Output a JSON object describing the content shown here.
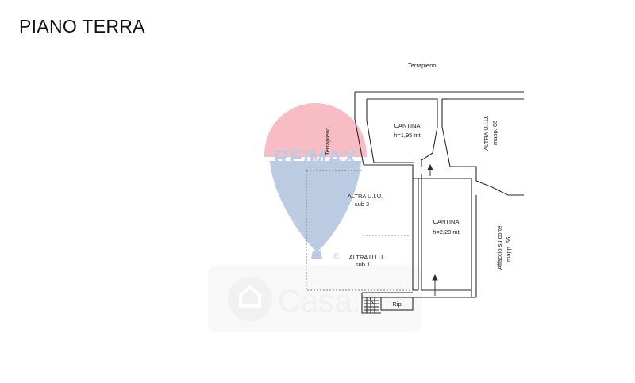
{
  "page": {
    "title": "PIANO TERRA"
  },
  "watermarks": {
    "remax": "RE/MAX",
    "registered": "®",
    "casa": "Casa.it",
    "colors": {
      "red": "#e8334a",
      "blue": "#2f5fa8",
      "grey": "#d9d9d9"
    }
  },
  "labels": {
    "terrapieno_top": "Terrapieno",
    "terrapieno_side": "Terrapieno",
    "cantina_top_name": "CANTINA",
    "cantina_top_height": "h=1,95 mt",
    "altra_mapp_line1": "ALTRA  U.I.U.",
    "altra_mapp_line2": "mapp. 66",
    "altra_sub3_line1": "ALTRA  U.I.U.",
    "altra_sub3_line2": "sub  3",
    "cantina_mid_name": "CANTINA",
    "cantina_mid_height": "h=2,20 mt",
    "altra_sub1_line1": "ALTRA  U.I.U.",
    "altra_sub1_line2": "sub  1",
    "affaccio_line1": "Affaccio  su  corte",
    "affaccio_line2": "mapp. 66",
    "rip": "Rip"
  }
}
